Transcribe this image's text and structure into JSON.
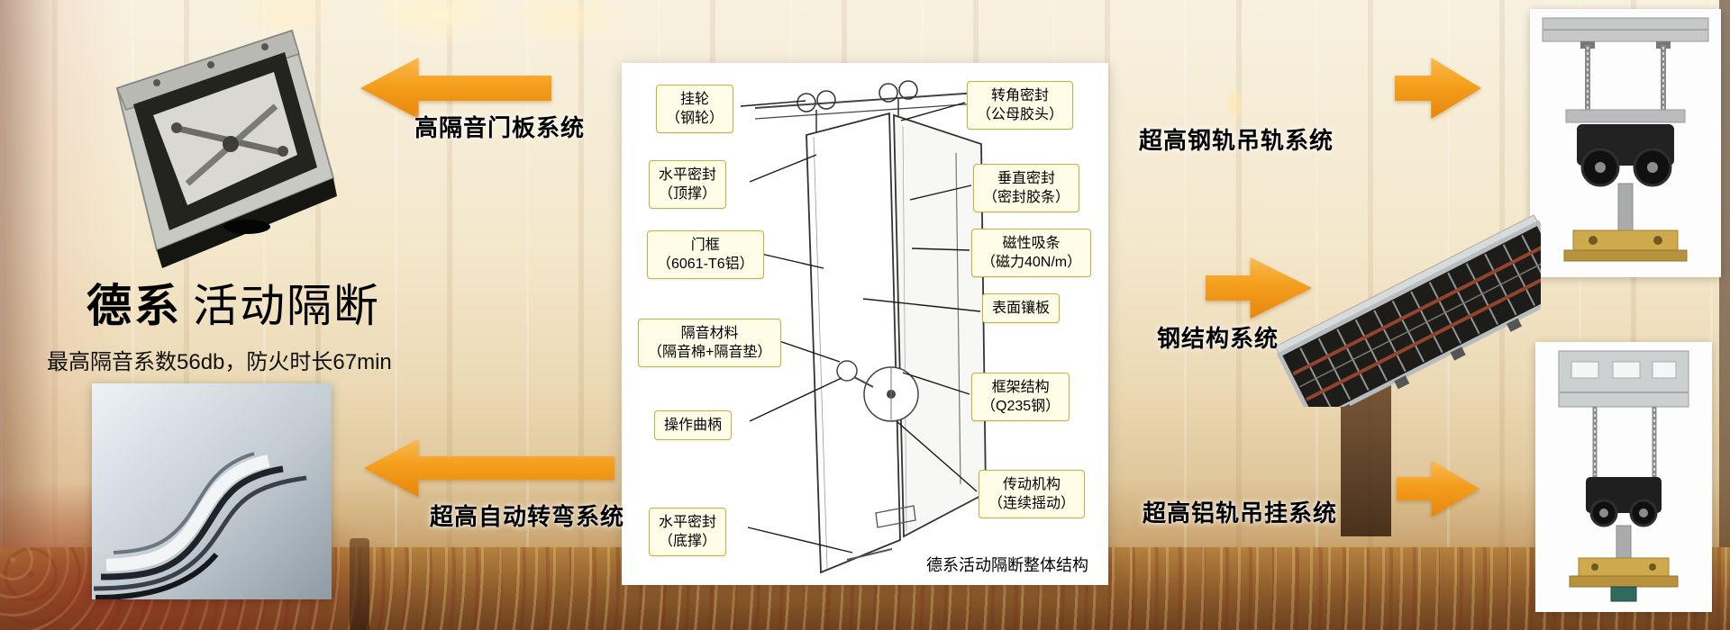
{
  "hero": {
    "title_bold": "德系",
    "title_light": "活动隔断",
    "subtitle": "最高隔音系数56db，防火时长67min"
  },
  "system_labels": {
    "door_panel": "高隔音门板系统",
    "auto_turn": "超高自动转弯系统",
    "steel_rail": "超高钢轨吊轨系统",
    "steel_structure": "钢结构系统",
    "alu_rail": "超高铝轨吊挂系统"
  },
  "diagram": {
    "caption": "德系活动隔断整体结构",
    "left_callouts": [
      {
        "line1": "挂轮",
        "line2": "（钢轮）"
      },
      {
        "line1": "水平密封",
        "line2": "（顶撑）"
      },
      {
        "line1": "门框",
        "line2": "（6061-T6铝）"
      },
      {
        "line1": "隔音材料",
        "line2": "（隔音棉+隔音垫）"
      },
      {
        "line1": "操作曲柄",
        "line2": ""
      },
      {
        "line1": "水平密封",
        "line2": "（底撑）"
      }
    ],
    "right_callouts": [
      {
        "line1": "转角密封",
        "line2": "（公母胶头）"
      },
      {
        "line1": "垂直密封",
        "line2": "（密封胶条）"
      },
      {
        "line1": "磁性吸条",
        "line2": "（磁力40N/m）"
      },
      {
        "line1": "表面镶板",
        "line2": ""
      },
      {
        "line1": "框架结构",
        "line2": "（Q235钢）"
      },
      {
        "line1": "传动机构",
        "line2": "（连续摇动）"
      }
    ]
  },
  "photos": {
    "top_left": "door-panel-mechanism-photo",
    "bottom_left": "curved-track-photo",
    "top_right": "steel-rail-hanger-photo",
    "middle_right": "steel-structure-frame-photo",
    "bottom_right": "aluminium-rail-hanger-photo"
  },
  "colors": {
    "arrow_orange": "#F49E1C",
    "callout_bg": "#FFFCE8",
    "callout_border": "#C6B23F",
    "panel_bg": "#FFFFFF",
    "text": "#000000"
  }
}
